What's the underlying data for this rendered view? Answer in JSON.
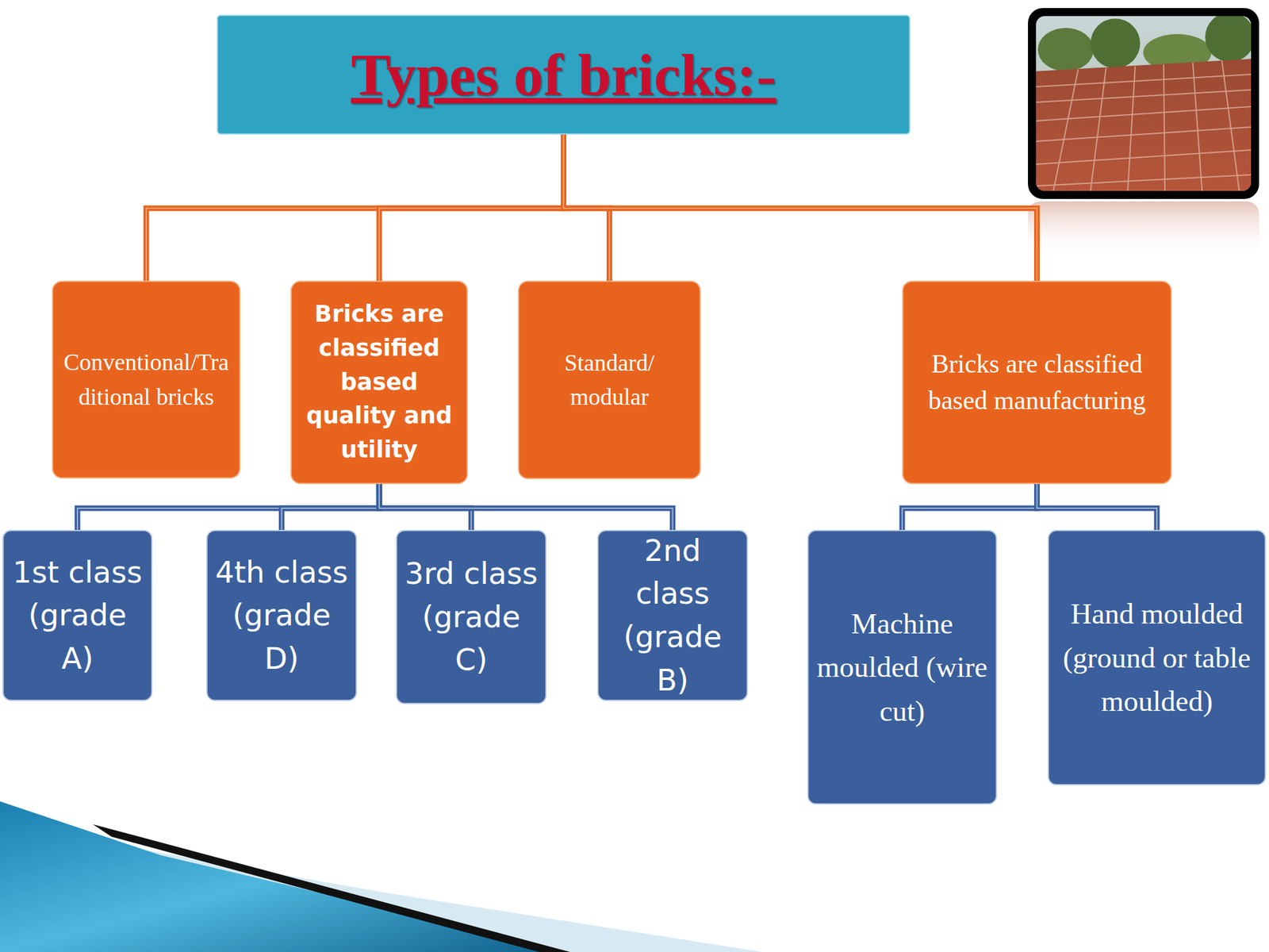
{
  "diagram": {
    "nodes": [
      {
        "text": [
          "Types of bricks:-"
        ]
      },
      {
        "text": [
          "Conventional/Traditional bricks"
        ]
      },
      {
        "text": [
          "Bricks are classified based quality and utility"
        ]
      },
      {
        "text": [
          "Standard/ modular"
        ]
      },
      {
        "text": [
          "Bricks are classified based manufacturing"
        ]
      },
      {
        "text": [
          "1st class (grade A)"
        ]
      },
      {
        "text": [
          "4th class (grade D)"
        ]
      },
      {
        "text": [
          "3rd class (grade C)"
        ]
      },
      {
        "text": [
          "2nd class (grade B)"
        ]
      },
      {
        "text": [
          "Machine moulded (wire cut)"
        ]
      },
      {
        "text": [
          "Hand moulded (ground or table moulded)"
        ]
      }
    ],
    "edges": [
      {
        "from": 0,
        "to": 1,
        "arrow": "none"
      },
      {
        "from": 0,
        "to": 2,
        "arrow": "none"
      },
      {
        "from": 0,
        "to": 3,
        "arrow": "none"
      },
      {
        "from": 0,
        "to": 4,
        "arrow": "none"
      },
      {
        "from": 2,
        "to": 5,
        "arrow": "none"
      },
      {
        "from": 2,
        "to": 6,
        "arrow": "none"
      },
      {
        "from": 2,
        "to": 7,
        "arrow": "none"
      },
      {
        "from": 2,
        "to": 8,
        "arrow": "none"
      },
      {
        "from": 4,
        "to": 9,
        "arrow": "none"
      },
      {
        "from": 4,
        "to": 10,
        "arrow": "none"
      }
    ]
  }
}
